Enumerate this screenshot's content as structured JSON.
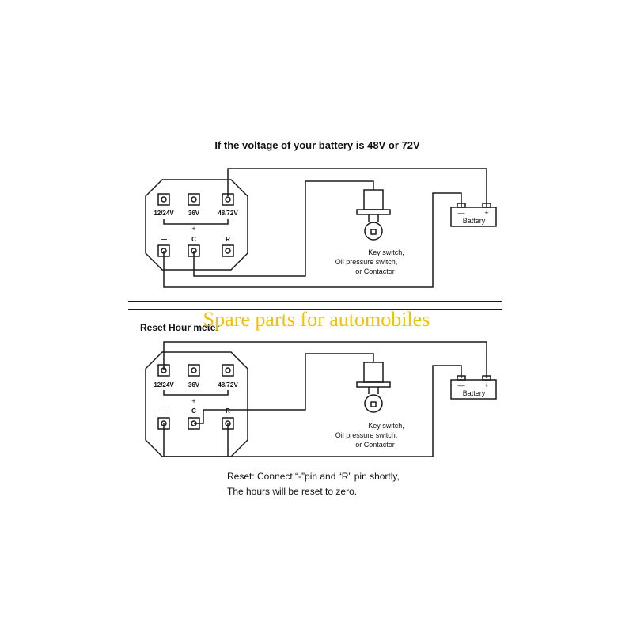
{
  "colors": {
    "line": "#1a1a1a",
    "watermark": "#f2c200",
    "background": "#ffffff"
  },
  "top": {
    "title": "If the voltage of your battery is 48V or 72V",
    "terminals_top": [
      "12/24V",
      "36V",
      "48/72V"
    ],
    "plus": "+",
    "terminals_bottom": [
      "—",
      "C",
      "R"
    ],
    "switch_label": [
      "Key switch,",
      "Oil pressure switch,",
      "or Contactor"
    ],
    "battery_label": "Battery",
    "battery_minus": "—",
    "battery_plus": "+"
  },
  "bottom": {
    "title": "Reset Hour meter",
    "terminals_top": [
      "12/24V",
      "36V",
      "48/72V"
    ],
    "plus": "+",
    "terminals_bottom": [
      "—",
      "C",
      "R"
    ],
    "switch_label": [
      "Key switch,",
      "Oil pressure switch,",
      "or Contactor"
    ],
    "battery_label": "Battery",
    "battery_minus": "—",
    "battery_plus": "+",
    "note": [
      "Reset: Connect “-”pin and “R” pin shortly,",
      "The hours will be reset to zero."
    ]
  },
  "watermark": "Spare parts for automobiles",
  "icons": [
    "key-switch-icon",
    "battery-icon",
    "terminal-icon"
  ]
}
